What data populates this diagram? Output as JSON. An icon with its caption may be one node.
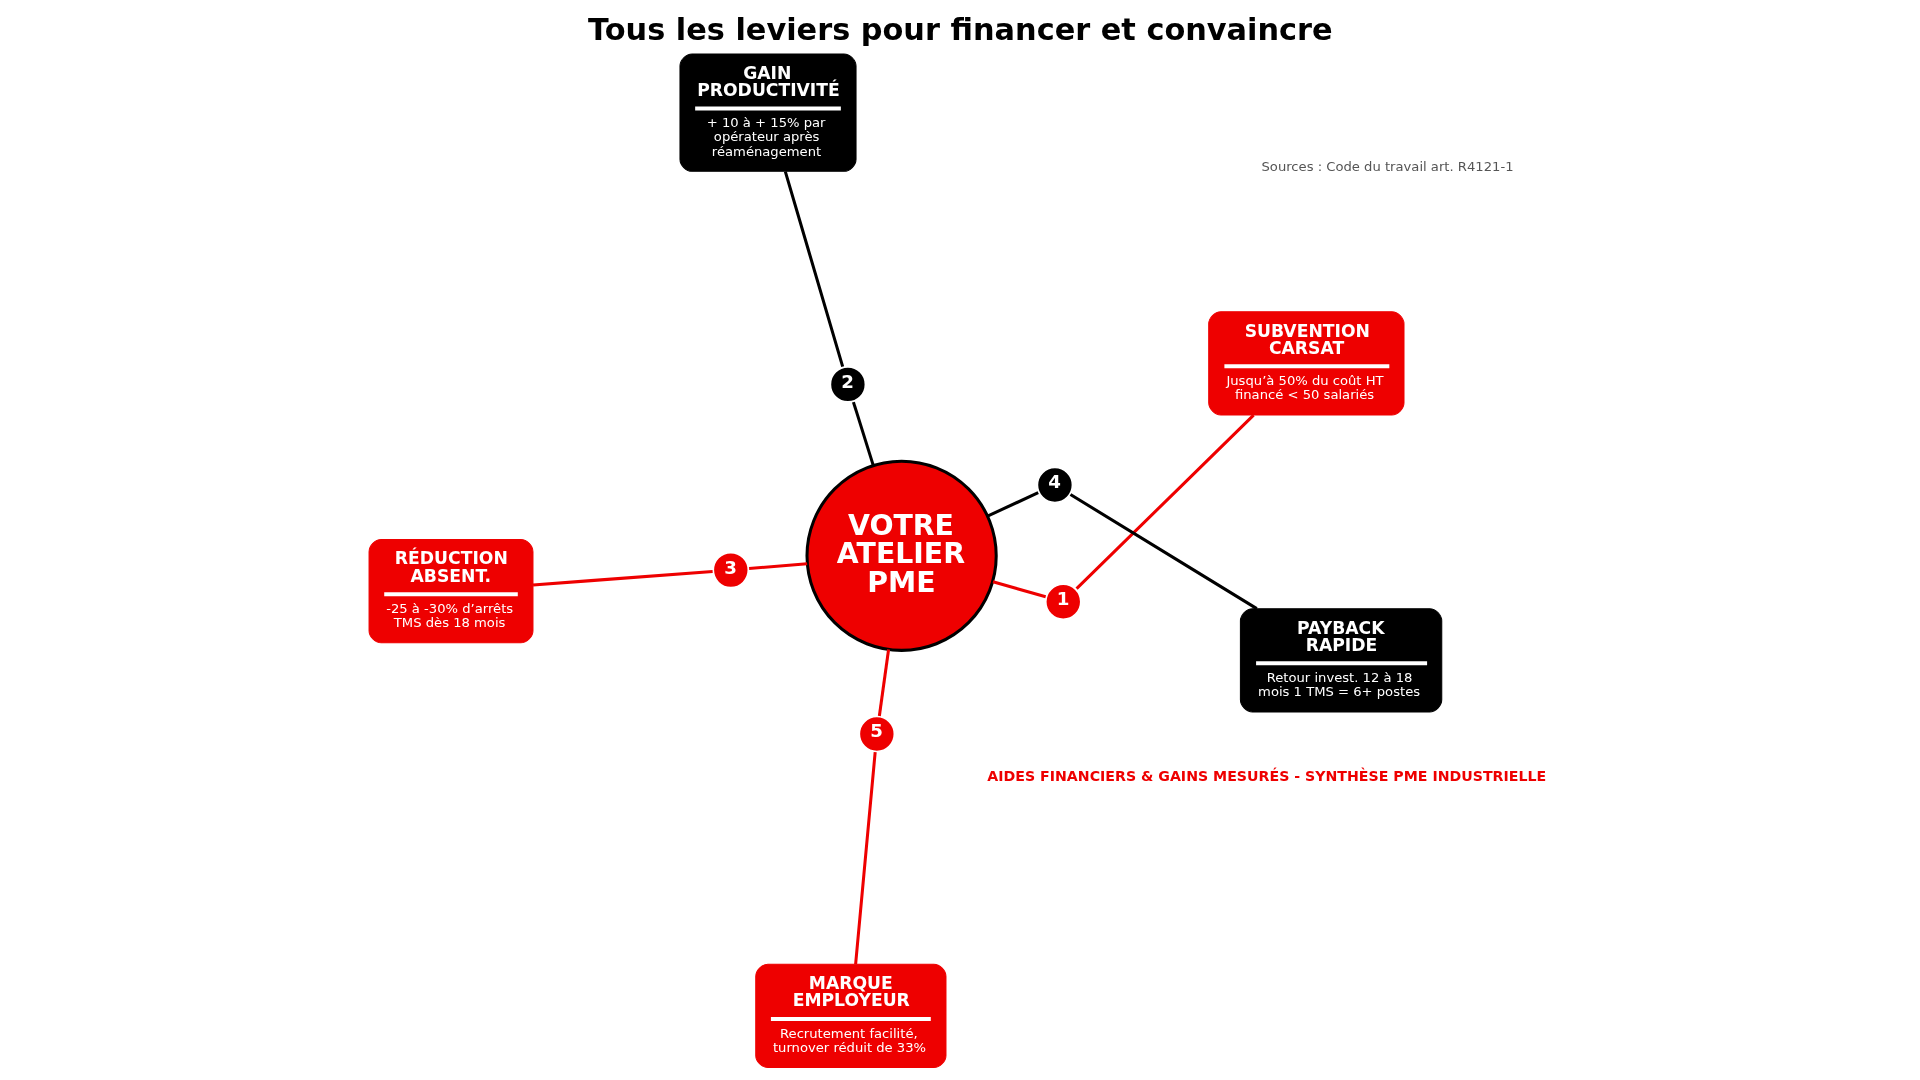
{
  "diagram": {
    "title": "Tous les leviers pour financer et convaincre",
    "caption": "Sources : Code du travail art. R4121-1",
    "nodes": [
      {
        "text": [
          "VOTRE ATELIER PME"
        ]
      },
      {
        "text": [
          "SUBVENTION CARSAT",
          "Jusqu’à 50% du coût HT financé < 50 salariés"
        ]
      },
      {
        "text": [
          "1"
        ]
      },
      {
        "text": [
          "GAIN PRODUCTIVITÉ",
          "+ 10 à + 15% par opérateur après réaménagement"
        ]
      },
      {
        "text": [
          "2"
        ]
      },
      {
        "text": [
          "RÉDUCTION ABSENT.",
          "-25 à -30% d’arrêts TMS dès 18 mois"
        ]
      },
      {
        "text": [
          "3"
        ]
      },
      {
        "text": [
          "PAYBACK RAPIDE",
          "Retour invest. 12 à 18 mois 1 TMS = 6+ postes"
        ]
      },
      {
        "text": [
          "4"
        ]
      },
      {
        "text": [
          "MARQUE EMPLOYEUR",
          "Recrutement facilité, turnover réduit de 33%"
        ]
      },
      {
        "text": [
          "5"
        ]
      }
    ],
    "edges": [
      {
        "from": 1,
        "to": 2,
        "arrow": "none"
      },
      {
        "from": 2,
        "to": 0,
        "arrow": "none"
      },
      {
        "from": 3,
        "to": 4,
        "arrow": "none",
        "color": "#000000"
      },
      {
        "from": 4,
        "to": 0,
        "arrow": "none",
        "color": "#000000"
      },
      {
        "from": 5,
        "to": 6,
        "arrow": "none"
      },
      {
        "from": 6,
        "to": 0,
        "arrow": "none"
      },
      {
        "from": 7,
        "to": 8,
        "arrow": "none",
        "color": "#000000"
      },
      {
        "from": 8,
        "to": 0,
        "arrow": "none",
        "color": "#000000"
      },
      {
        "from": 9,
        "to": 10,
        "arrow": "none"
      },
      {
        "from": 10,
        "to": 0,
        "arrow": "none"
      }
    ],
    "labels": [
      "AIDES FINANCIERS & GAINS MESURÉS - SYNTHÈSE PME INDUSTRIELLE"
    ]
  }
}
